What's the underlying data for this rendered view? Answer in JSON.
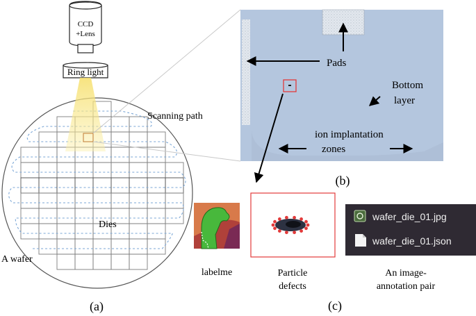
{
  "panel_a": {
    "camera_label_line1": "CCD",
    "camera_label_line2": "+Lens",
    "ring_light_label": "Ring light",
    "scanning_path_label": "Scanning path",
    "dies_label": "Dies",
    "wafer_label": "A wafer",
    "caption": "(a)"
  },
  "panel_b": {
    "pads_label": "Pads",
    "bottom_layer_line1": "Bottom",
    "bottom_layer_line2": "layer",
    "ion_line1": "ion implantation",
    "ion_line2": "zones",
    "caption": "(b)"
  },
  "panel_c": {
    "labelme_label": "labelme",
    "particle_line1": "Particle",
    "particle_line2": "defects",
    "pair_line1": "An image-",
    "pair_line2": "annotation pair",
    "file_jpg": "wafer_die_01.jpg",
    "file_json": "wafer_die_01.json",
    "caption": "(c)"
  },
  "colors": {
    "die_image_bg": "#b4c6de",
    "highlight": "#e23a3a",
    "ring_light_glow": "#f7e58a",
    "scan_path": "#7aa6d6",
    "file_panel_bg": "#2f2a33"
  }
}
